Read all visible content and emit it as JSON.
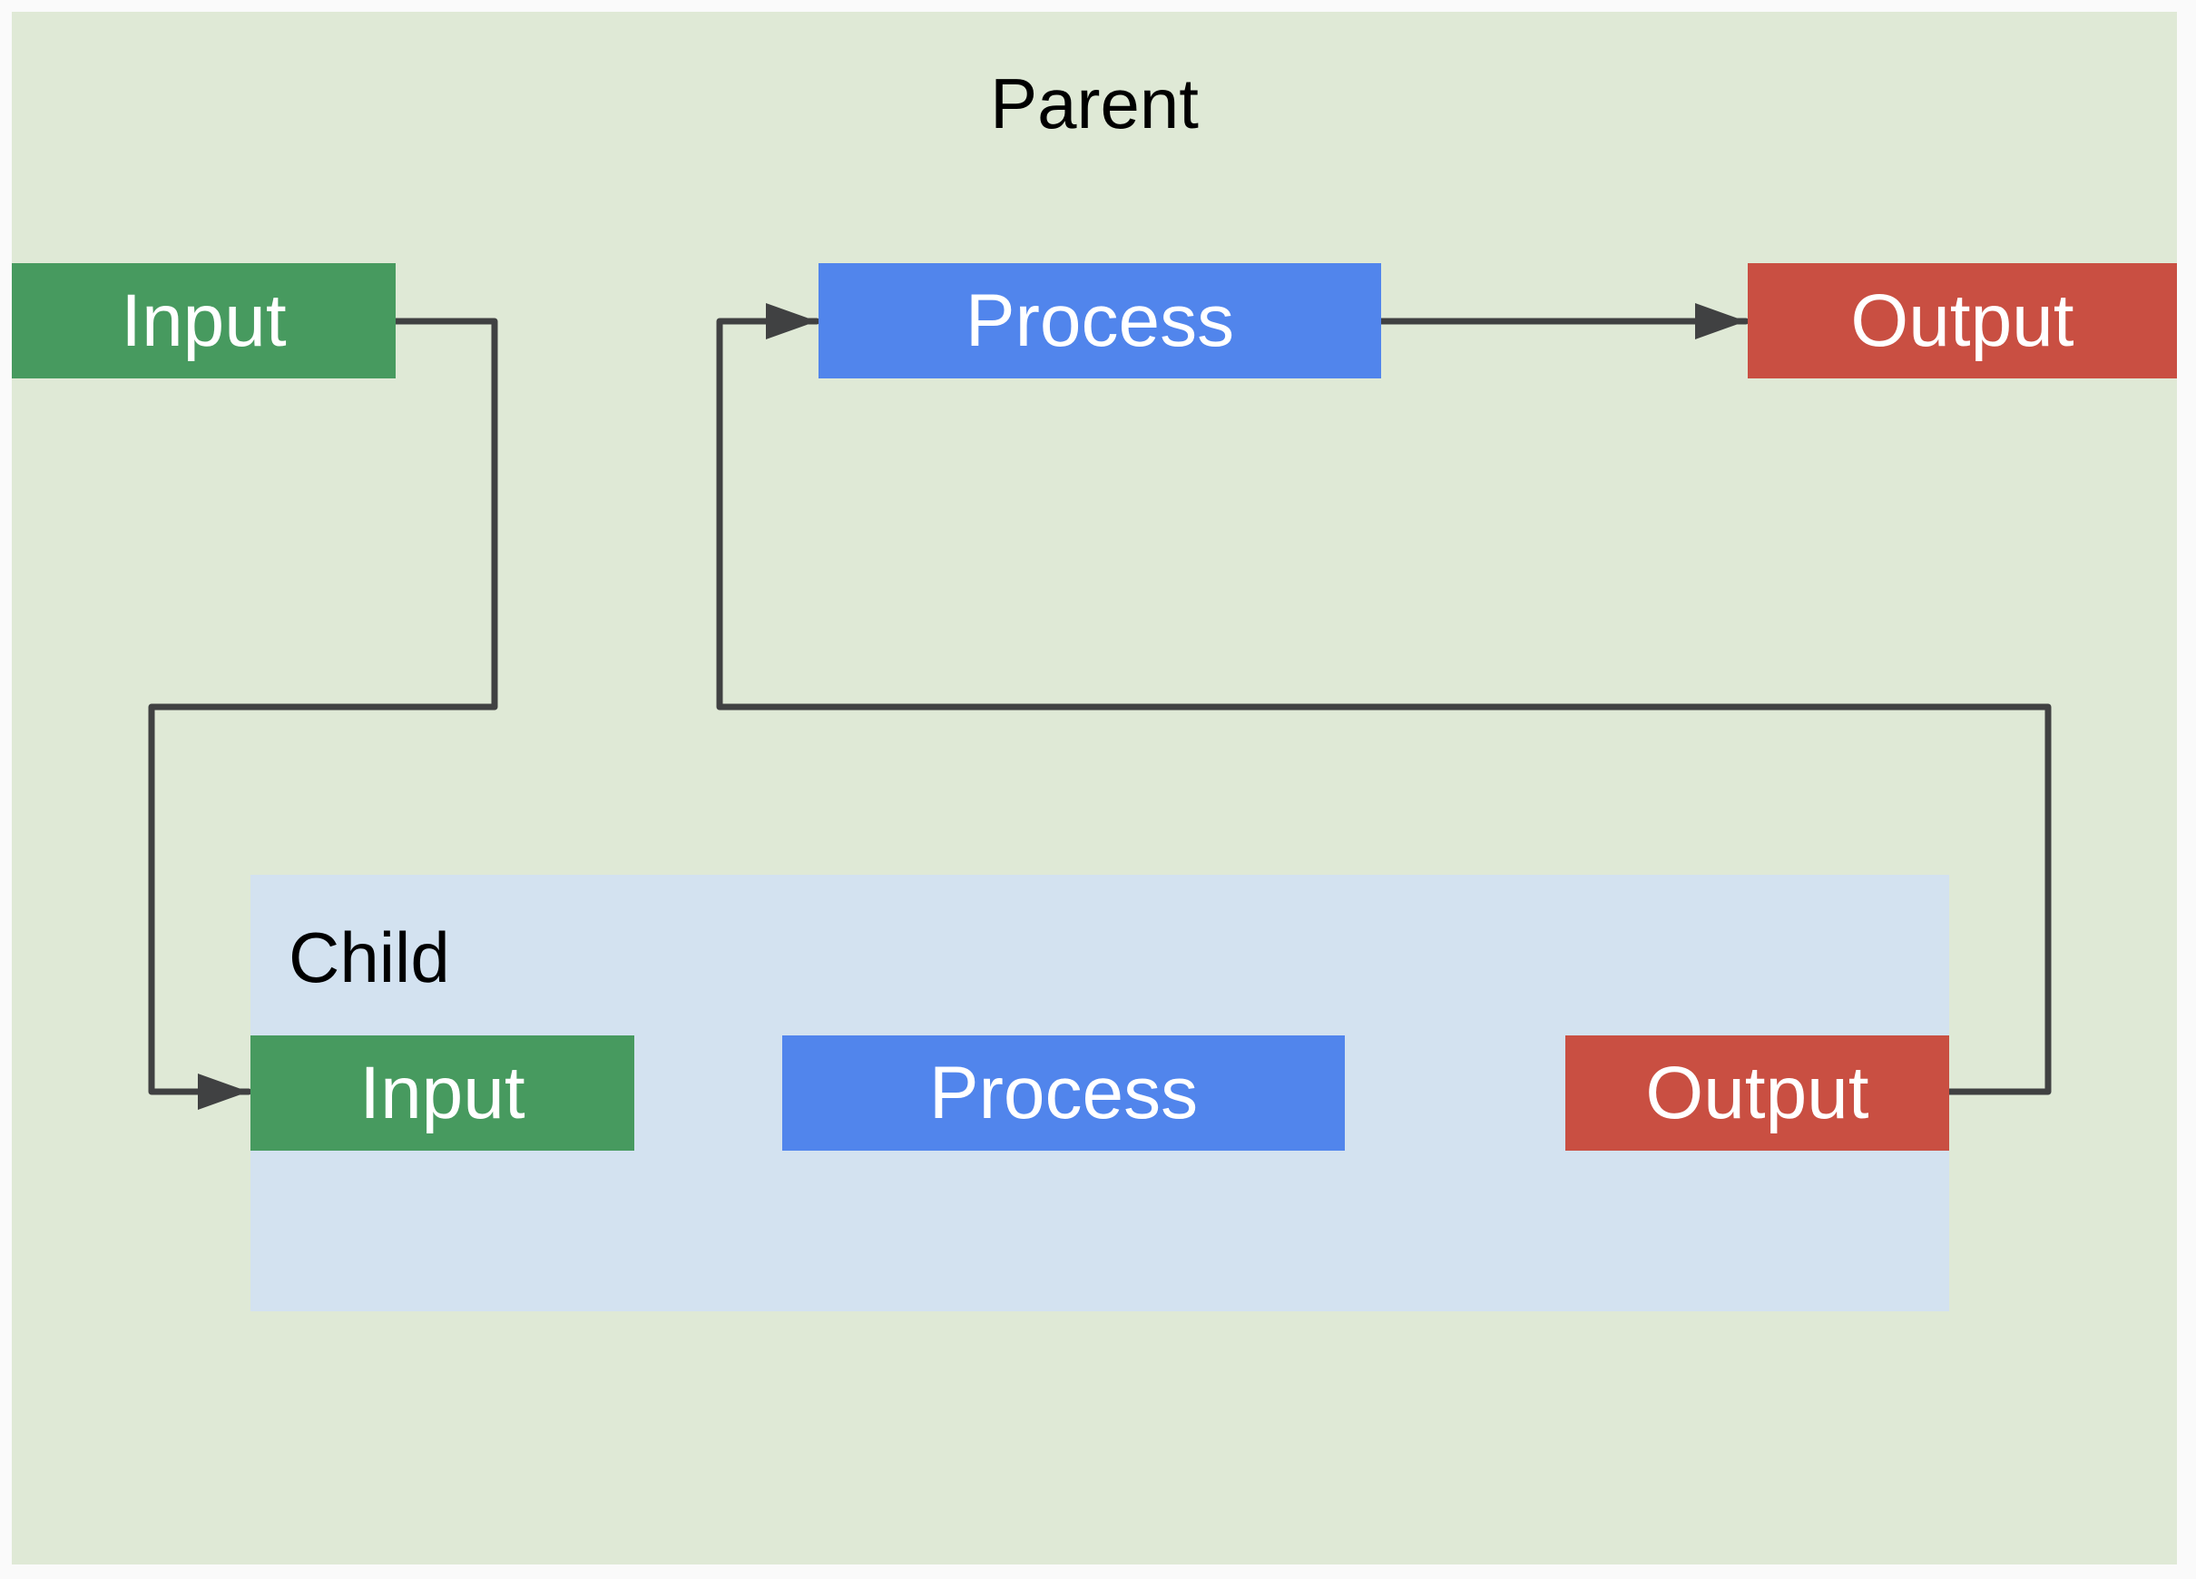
{
  "colors": {
    "parent_bg": "#dfe9d6",
    "child_bg": "#d3e2f0",
    "input": "#479a5f",
    "process": "#5185ec",
    "output": "#c94f42",
    "edge": "#404142",
    "label_text": "#000000",
    "node_text": "#ffffff"
  },
  "parent": {
    "label": "Parent",
    "nodes": {
      "input": "Input",
      "process": "Process",
      "output": "Output"
    }
  },
  "child": {
    "label": "Child",
    "nodes": {
      "input": "Input",
      "process": "Process",
      "output": "Output"
    }
  },
  "edges": [
    {
      "from": "parent.input",
      "to": "child.input"
    },
    {
      "from": "child.output",
      "to": "parent.process"
    },
    {
      "from": "parent.process",
      "to": "parent.output"
    }
  ]
}
